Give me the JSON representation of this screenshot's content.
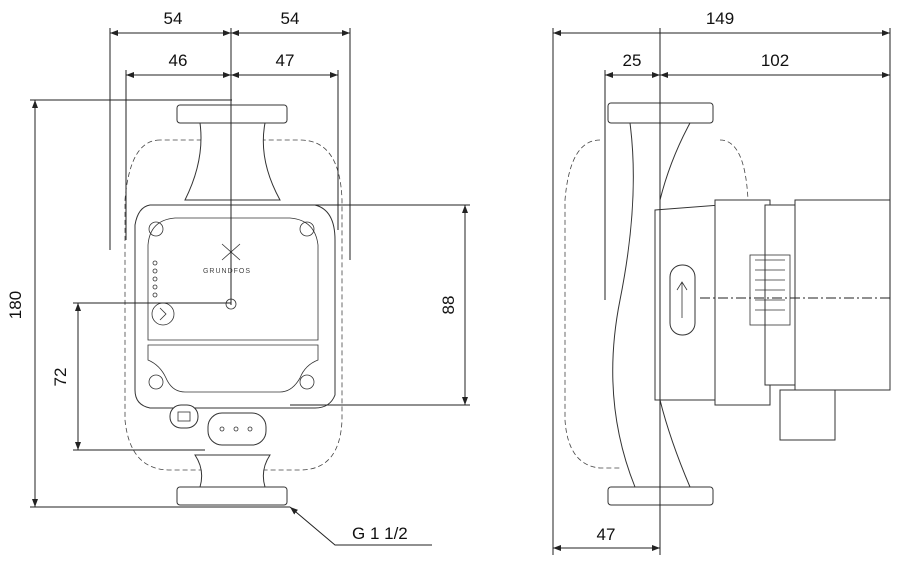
{
  "front_view": {
    "dims": {
      "top_left": "54",
      "top_right": "54",
      "inner_left": "46",
      "inner_right": "47",
      "height_total": "180",
      "height_lower": "72",
      "height_box": "88"
    },
    "thread_label": "G 1 1/2",
    "logo": "GRUNDFOS"
  },
  "side_view": {
    "dims": {
      "total_length": "149",
      "flange_to_axis": "25",
      "axis_to_end": "102",
      "bottom_offset": "47"
    }
  }
}
